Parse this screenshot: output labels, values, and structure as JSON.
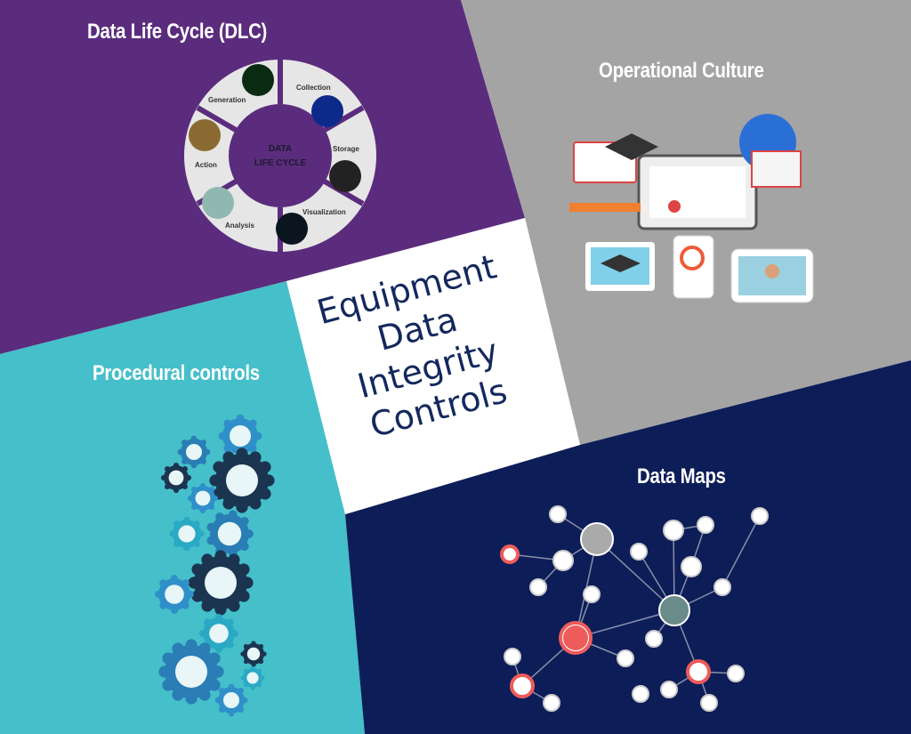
{
  "center": {
    "lines": [
      "Equipment",
      "Data",
      "Integrity",
      "Controls"
    ]
  },
  "sections": {
    "dlc": {
      "title": "Data Life Cycle (DLC)",
      "wheel_center": [
        "DATA",
        "LIFE CYCLE"
      ],
      "stages": [
        "Generation",
        "Collection",
        "Storage",
        "Visualization",
        "Analysis",
        "Action"
      ]
    },
    "culture": {
      "title": "Operational Culture"
    },
    "procedural": {
      "title": "Procedural controls"
    },
    "maps": {
      "title": "Data Maps"
    }
  },
  "colors": {
    "purple": "#5b2c7d",
    "gray": "#a4a4a4",
    "teal": "#45bfca",
    "navy": "#0d1d58",
    "text_navy": "#14285e",
    "node_red": "#ee5b5b"
  }
}
